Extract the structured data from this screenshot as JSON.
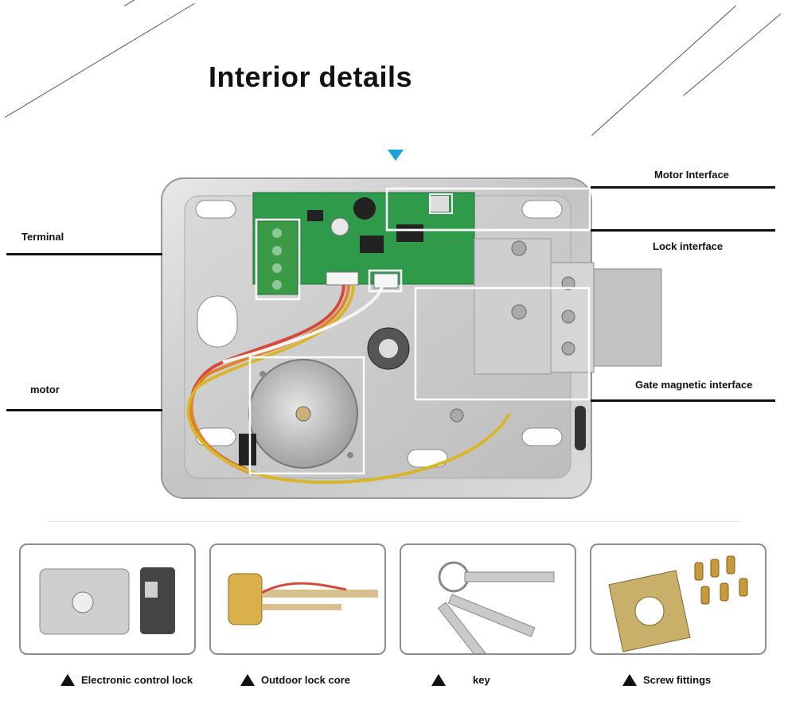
{
  "page": {
    "title": "Interior details"
  },
  "callouts": {
    "motor_interface": "Motor Interface",
    "lock_interface": "Lock interface",
    "gate_magnetic_interface": "Gate magnetic interface",
    "terminal": "Terminal",
    "motor": "motor"
  },
  "accessories": [
    {
      "label": "Electronic control lock"
    },
    {
      "label": "Outdoor lock core"
    },
    {
      "label": "key"
    },
    {
      "label": "Screw fittings"
    }
  ],
  "colors": {
    "marker_blue": "#1a9fd6",
    "pcb_green": "#2e9a4a",
    "steel": "#c9c9c9",
    "highlight_box": "#ffffff"
  }
}
